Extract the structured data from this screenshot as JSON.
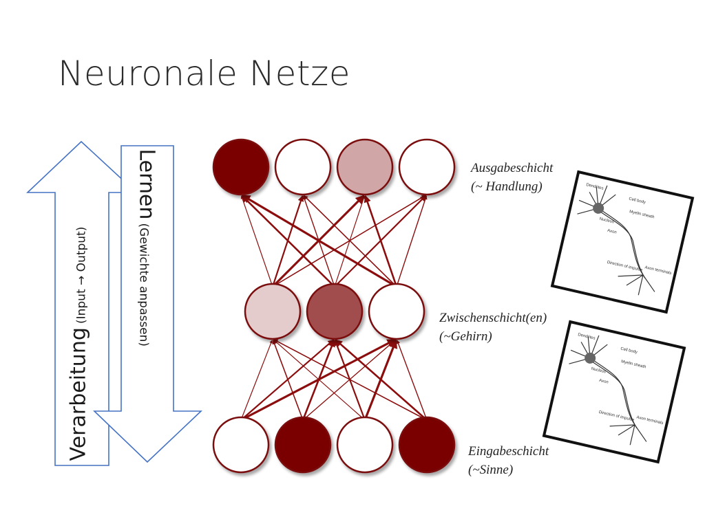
{
  "title": "Neuronale Netze",
  "arrows": {
    "processing": {
      "main": "Verarbeitung",
      "sub": "(Input → Output)"
    },
    "learning": {
      "main": "Lernen",
      "sub": "(Gewichte anpassen)"
    }
  },
  "layers": {
    "output": {
      "line1": "Ausgabeschicht",
      "line2": "(~ Handlung)",
      "activations": [
        1.0,
        0.0,
        0.35,
        0.0
      ]
    },
    "hidden": {
      "line1": "Zwischenschicht(en)",
      "line2": "(~Gehirn)",
      "activations": [
        0.2,
        0.7,
        0.0
      ]
    },
    "input": {
      "line1": "Eingabeschicht",
      "line2": "(~Sinne)",
      "activations": [
        0.0,
        1.0,
        0.0,
        1.0
      ]
    }
  },
  "neuron_images": [
    {
      "labels": [
        "Dendrites",
        "Cell body",
        "Nucleus",
        "Myelin sheath",
        "Axon",
        "Direction of impulse",
        "Axon terminals"
      ]
    },
    {
      "labels": [
        "Dendrites",
        "Cell body",
        "Nucleus",
        "Myelin sheath",
        "Axon",
        "Direction of impulse",
        "Axon terminals"
      ]
    }
  ],
  "colors": {
    "node_dark": "#7a0000",
    "node_stroke": "#7a0a0a",
    "edge": "#8b0d0d",
    "arrow_stroke": "#4472c4"
  }
}
